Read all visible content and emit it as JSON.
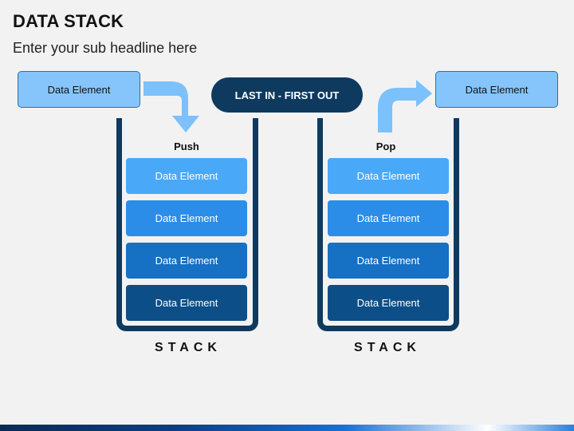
{
  "header": {
    "title": "DATA STACK",
    "subtitle": "Enter your sub headline here"
  },
  "center_label": "LAST IN - FIRST OUT",
  "input_element": "Data Element",
  "output_element": "Data Element",
  "left_stack": {
    "operation": "Push",
    "label": "STACK",
    "items": [
      "Data Element",
      "Data Element",
      "Data Element",
      "Data Element"
    ]
  },
  "right_stack": {
    "operation": "Pop",
    "label": "STACK",
    "items": [
      "Data Element",
      "Data Element",
      "Data Element",
      "Data Element"
    ]
  },
  "colors": {
    "frame": "#0e3a5f",
    "arrow": "#7cc1fb",
    "float_box": "#86c5fb",
    "level1": "#4aa8f8",
    "level2": "#2b8de8",
    "level3": "#1670c4",
    "level4": "#0c4f88"
  }
}
